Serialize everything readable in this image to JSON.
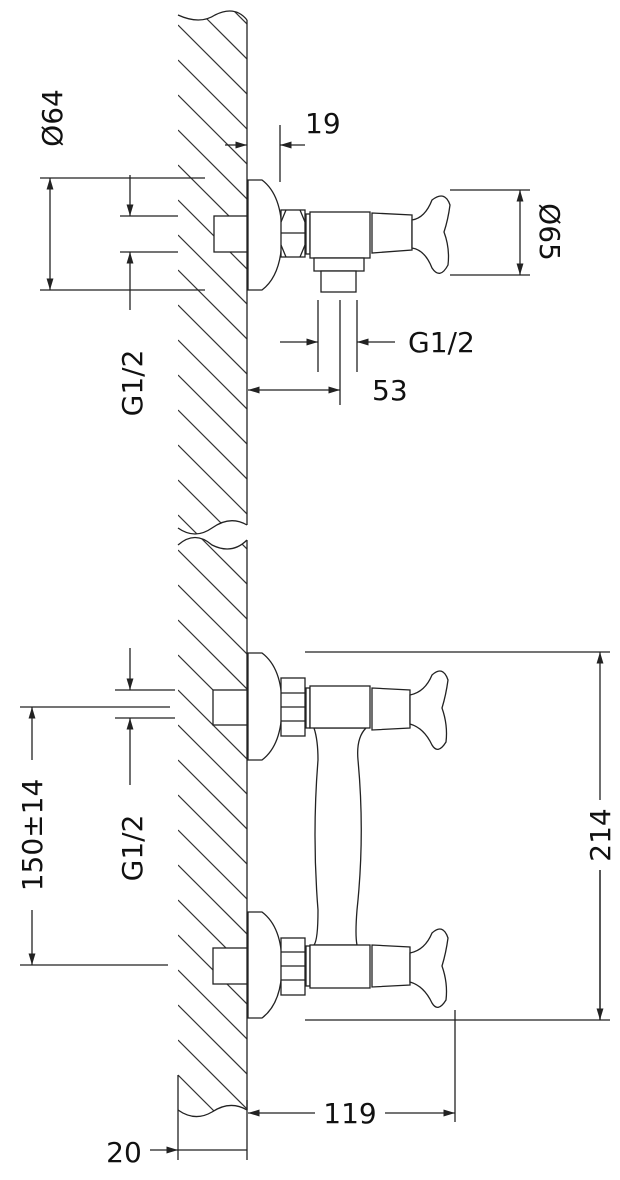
{
  "dimensions": {
    "escutcheon_diameter": "Ø64",
    "escutcheon_depth": "19",
    "handle_diameter": "Ø65",
    "outlet_thread": "G1/2",
    "inlet_thread_top": "G1/2",
    "inlet_thread_bottom": "G1/2",
    "outlet_offset": "53",
    "inlet_spacing": "150±14",
    "overall_height": "214",
    "projection": "119",
    "wall_offset": "20"
  }
}
